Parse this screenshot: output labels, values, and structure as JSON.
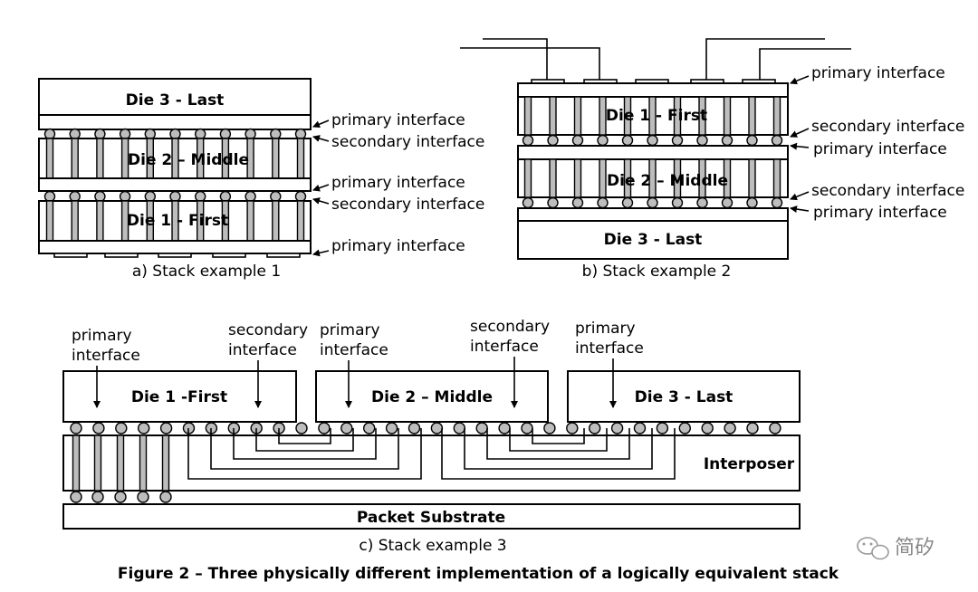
{
  "stack1": {
    "die_last": "Die 3 - Last",
    "die_middle": "Die 2 – Middle",
    "die_first": "Die 1 - First",
    "labels": [
      "primary interface",
      "secondary interface",
      "primary interface",
      "secondary interface",
      "primary interface"
    ],
    "caption": "a) Stack example 1"
  },
  "stack2": {
    "die_first": "Die 1 - First",
    "die_middle": "Die 2 – Middle",
    "die_last": "Die 3 - Last",
    "labels": [
      "primary interface",
      "secondary interface",
      "primary interface",
      "secondary interface",
      "primary interface"
    ],
    "caption": "b) Stack example 2"
  },
  "stack3": {
    "die_first": "Die 1 -First",
    "die_middle": "Die 2 – Middle",
    "die_last": "Die 3 - Last",
    "interposer": "Interposer",
    "substrate": "Packet Substrate",
    "labels": [
      {
        "line1": "primary",
        "line2": "interface"
      },
      {
        "line1": "secondary",
        "line2": "interface"
      },
      {
        "line1": "primary",
        "line2": "interface"
      },
      {
        "line1": "secondary",
        "line2": "interface"
      },
      {
        "line1": "primary",
        "line2": "interface"
      }
    ],
    "caption": "c) Stack example 3"
  },
  "figure_title": "Figure 2 – Three physically different implementation of a logically equivalent stack",
  "watermark": "简矽"
}
